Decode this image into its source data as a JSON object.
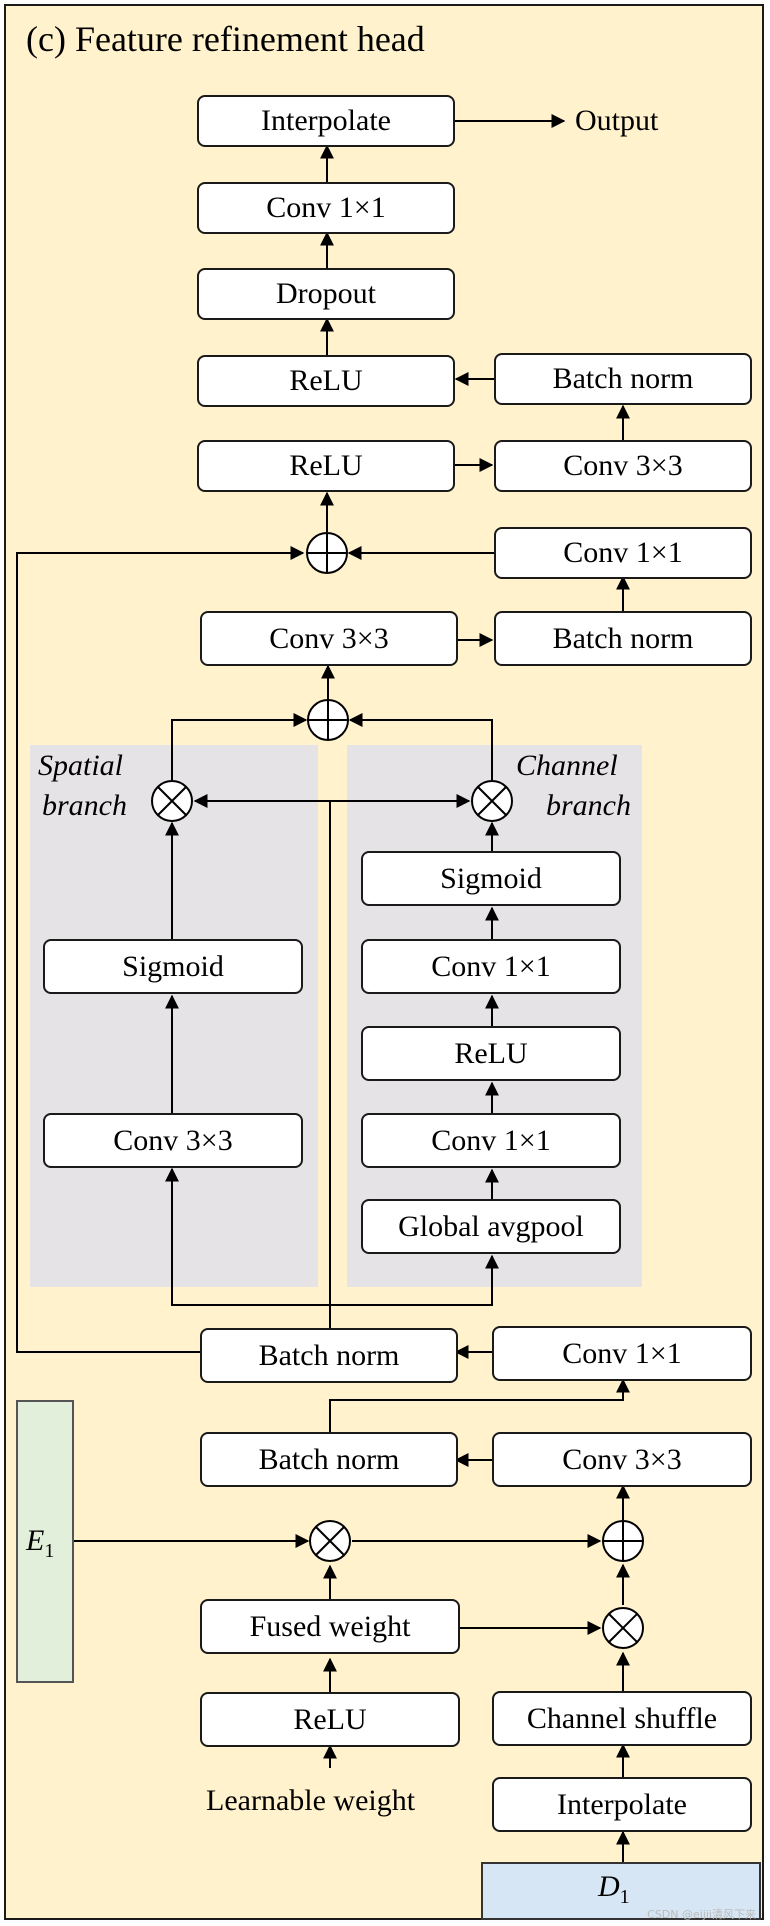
{
  "title": "(c) Feature refinement head",
  "output_label": "Output",
  "learnable_label": "Learnable weight",
  "spatial_branch": [
    "Spatial",
    "branch"
  ],
  "channel_branch": [
    "Channel",
    "branch"
  ],
  "e_label": {
    "base": "E",
    "sub": "1"
  },
  "d_label": {
    "base": "D",
    "sub": "1"
  },
  "boxes": {
    "interpolate_top": "Interpolate",
    "conv1x1_top": "Conv 1×1",
    "dropout": "Dropout",
    "relu_2": "ReLU",
    "batchnorm_right_1": "Batch norm",
    "relu_1": "ReLU",
    "conv3x3_right_1": "Conv 3×3",
    "conv1x1_right_1": "Conv 1×1",
    "conv3x3_mid": "Conv 3×3",
    "batchnorm_right_2": "Batch norm",
    "sigmoid_channel": "Sigmoid",
    "sigmoid_spatial": "Sigmoid",
    "conv1x1_channel_2": "Conv 1×1",
    "relu_channel": "ReLU",
    "conv3x3_spatial": "Conv 3×3",
    "conv1x1_channel_1": "Conv 1×1",
    "global_avgpool": "Global avgpool",
    "batchnorm_left_1": "Batch norm",
    "conv1x1_right_2": "Conv 1×1",
    "batchnorm_left_2": "Batch norm",
    "conv3x3_right_2": "Conv 3×3",
    "fused_weight": "Fused weight",
    "relu_bottom": "ReLU",
    "channel_shuffle": "Channel shuffle",
    "interpolate_bottom": "Interpolate"
  },
  "watermark": "CSDN @eijii清风下来"
}
